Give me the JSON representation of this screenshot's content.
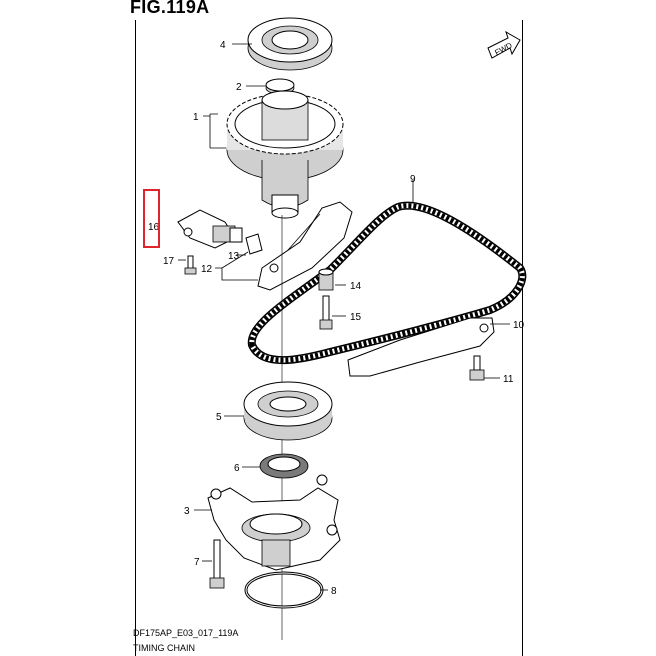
{
  "figure": {
    "title": "FIG.119A",
    "code": "DF175AP_E03_017_119A",
    "caption": "TIMING CHAIN",
    "fwd_label": "FWD"
  },
  "callouts": [
    "1",
    "2",
    "3",
    "4",
    "5",
    "6",
    "7",
    "8",
    "9",
    "10",
    "11",
    "12",
    "13",
    "14",
    "15",
    "16",
    "17"
  ],
  "highlight": {
    "callout": "16",
    "color": "#e0242b"
  }
}
